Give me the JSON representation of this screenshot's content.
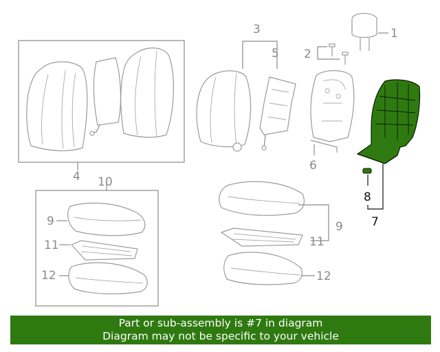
{
  "callouts": {
    "n1": "1",
    "n2": "2",
    "n3": "3",
    "n4": "4",
    "n5": "5",
    "n6": "6",
    "n7": "7",
    "n8": "8",
    "n9a": "9",
    "n9b": "9",
    "n10": "10",
    "n11a": "11",
    "n11b": "11",
    "n12a": "12",
    "n12b": "12"
  },
  "highlight": {
    "part_number": "7",
    "color": "#2f7a10"
  },
  "banner": {
    "line1": "Part or sub-assembly is #7 in diagram",
    "line2": "Diagram may not be specific to your vehicle",
    "background": "#2f7a10",
    "text_color": "#ffffff"
  }
}
